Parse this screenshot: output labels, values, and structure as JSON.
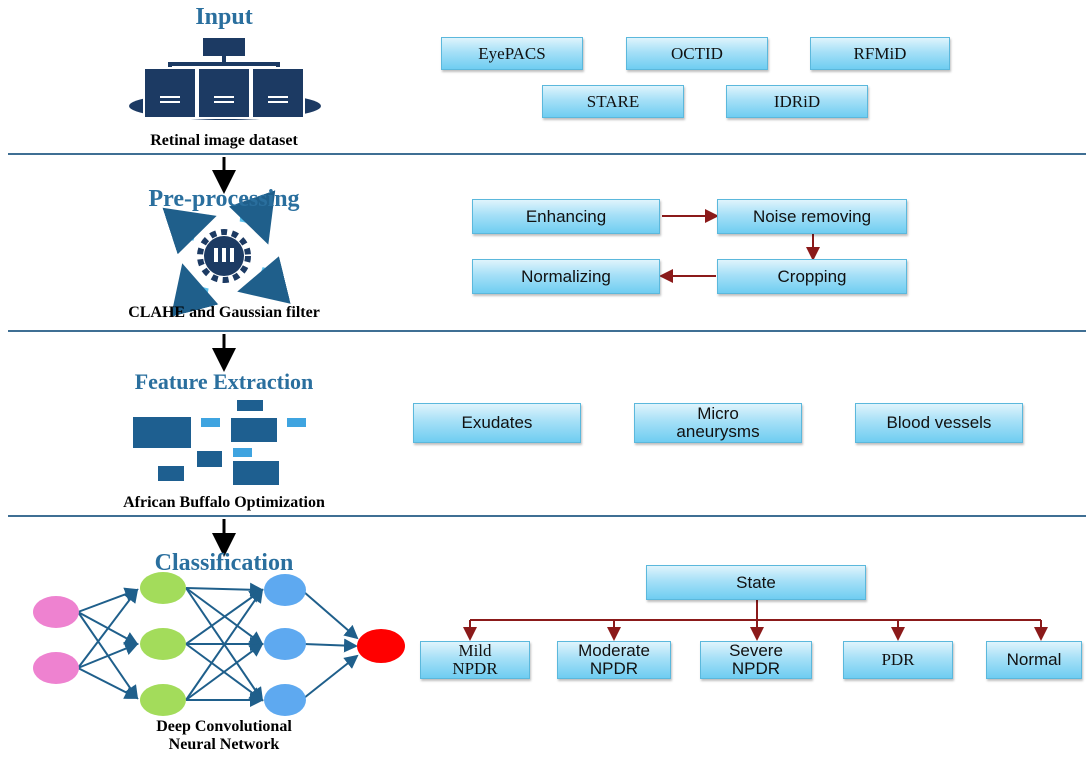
{
  "stages": {
    "input": {
      "title": "Input",
      "caption": "Retinal image dataset",
      "boxes": [
        "EyePACS",
        "OCTID",
        "RFMiD",
        "STARE",
        "IDRiD"
      ]
    },
    "preprocessing": {
      "title": "Pre-processing",
      "caption": "CLAHE and Gaussian filter",
      "boxes": [
        "Enhancing",
        "Noise removing",
        "Cropping",
        "Normalizing"
      ]
    },
    "feature": {
      "title": "Feature Extraction",
      "caption": "African Buffalo Optimization",
      "boxes": [
        "Exudates",
        "Micro",
        "aneurysms",
        "Blood vessels"
      ]
    },
    "classification": {
      "title": "Classification",
      "caption_line1": "Deep Convolutional",
      "caption_line2": "Neural Network",
      "state": "State",
      "classes": [
        {
          "l1": "Mild",
          "l2": "NPDR"
        },
        {
          "l1": "Moderate",
          "l2": "NPDR"
        },
        {
          "l1": "Severe",
          "l2": "NPDR"
        },
        {
          "l1": "PDR",
          "l2": ""
        },
        {
          "l1": "Normal",
          "l2": ""
        }
      ]
    }
  },
  "colors": {
    "title": "#2a6f9e",
    "arrow_red": "#8b1a1a",
    "divider": "#3f6f94",
    "nn_pink": "#ee82d0",
    "nn_green": "#a3dc5b",
    "nn_blue": "#5ea9f0",
    "nn_red": "#ff0000"
  }
}
